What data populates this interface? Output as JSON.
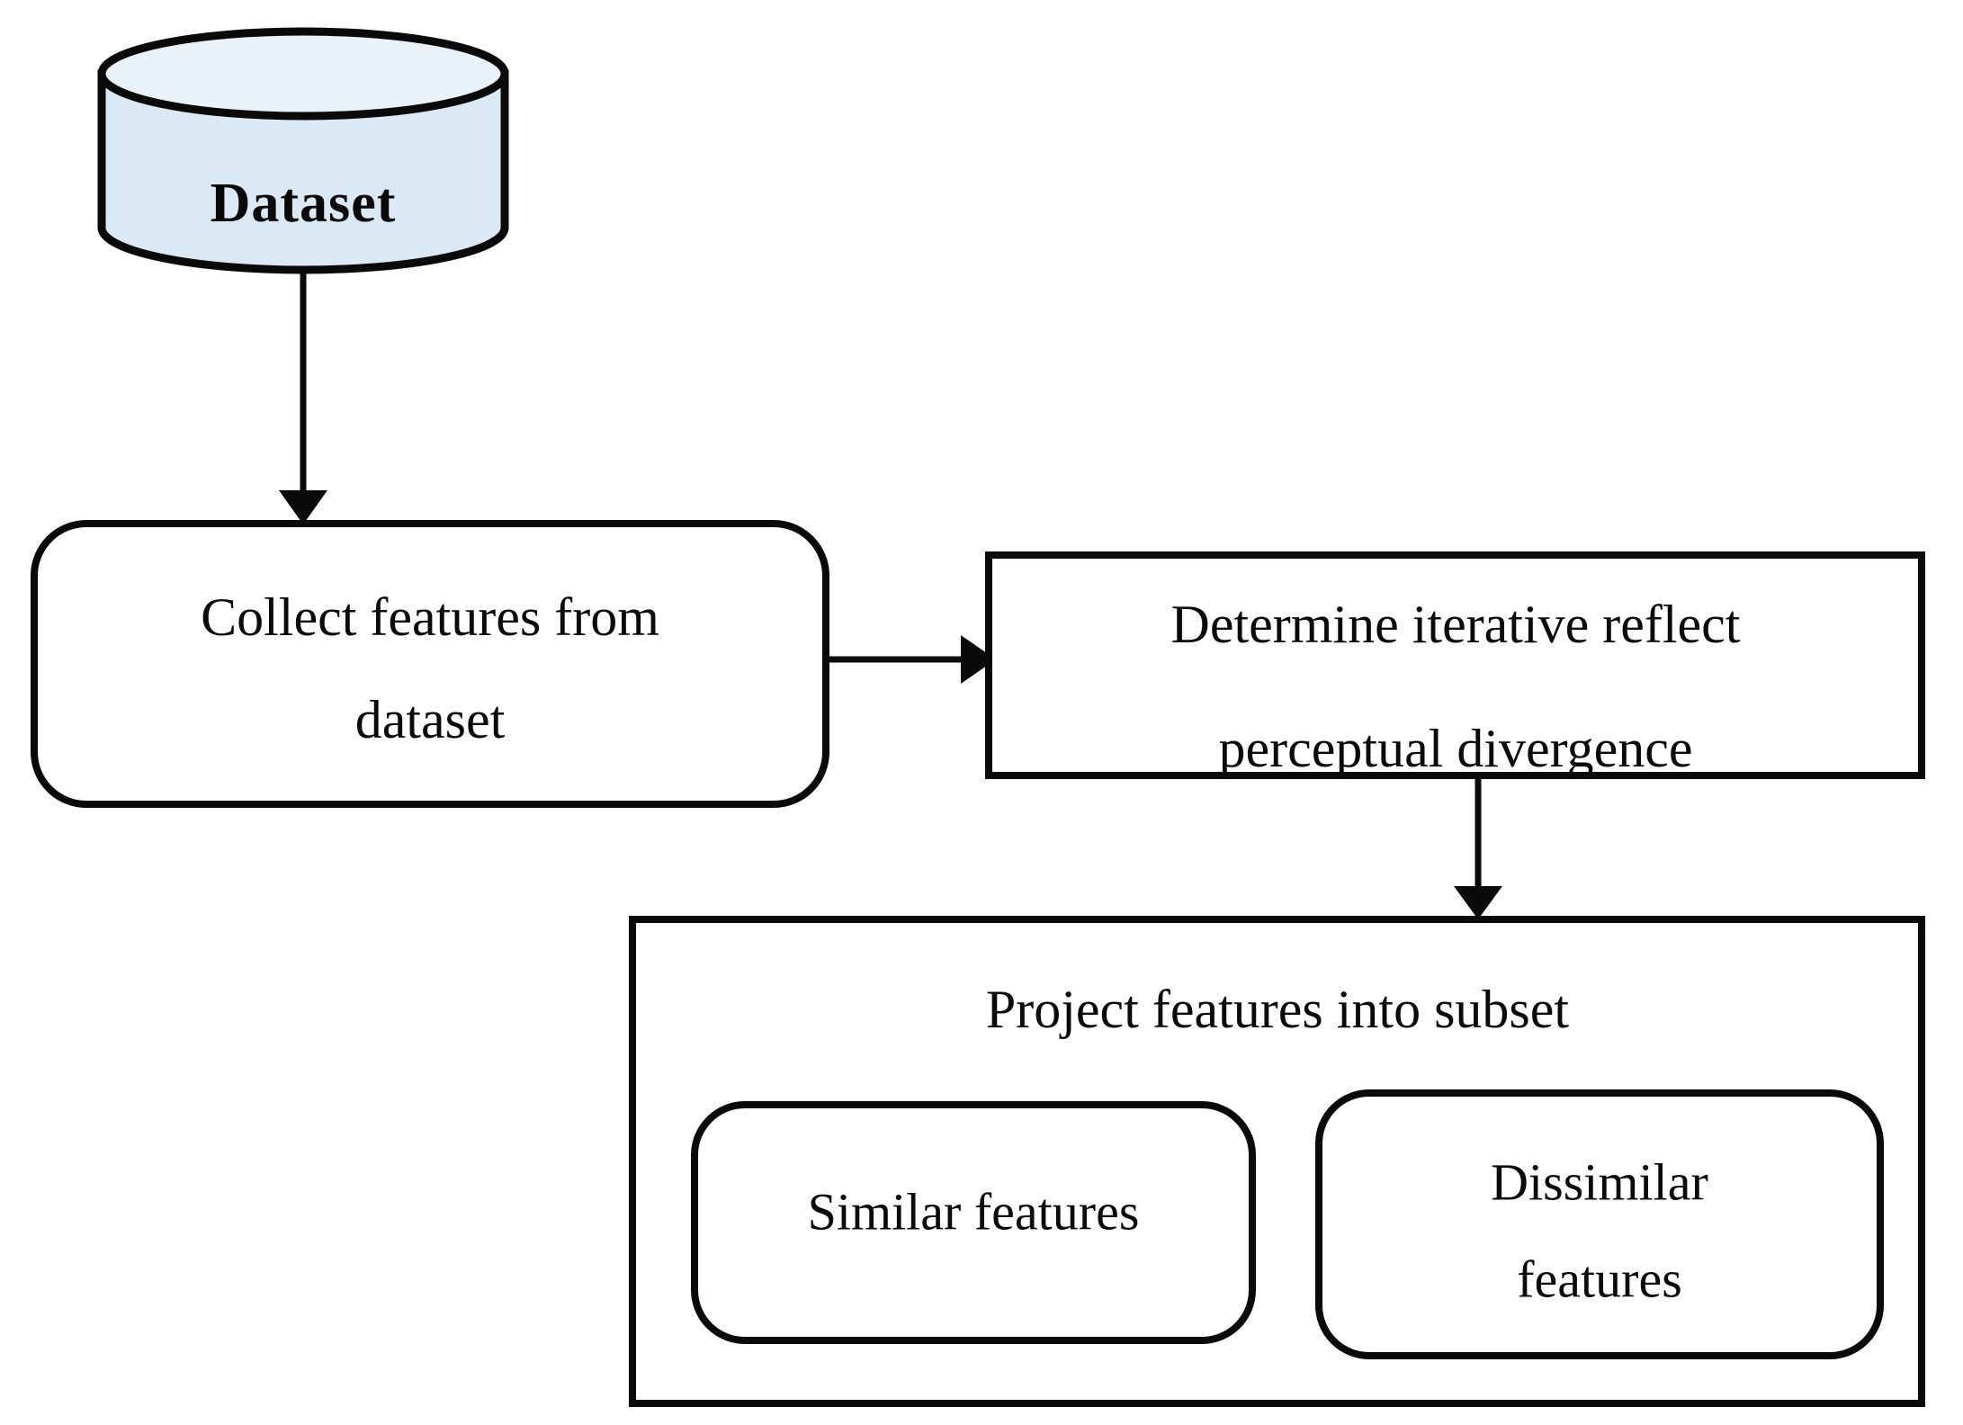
{
  "diagram": {
    "title_text_present": false,
    "background_color": "#ffffff",
    "stroke_color": "#0a0a0a",
    "cylinder_body_color": "#dbe9f5",
    "cylinder_top_color": "#e9f2f9",
    "nodes": {
      "dataset": {
        "label": "Dataset",
        "shape": "cylinder"
      },
      "collect_features": {
        "label_line1": "Collect features from",
        "label_line2": "dataset",
        "shape": "rounded-rectangle"
      },
      "determine_divergence": {
        "label_line1": "Determine iterative reflect",
        "label_line2": "perceptual divergence",
        "shape": "rectangle"
      },
      "project_features": {
        "label": "Project features into subset",
        "shape": "rectangle"
      },
      "similar_features": {
        "label": "Similar features",
        "shape": "rounded-rectangle"
      },
      "dissimilar_features": {
        "label_line1": "Dissimilar",
        "label_line2": "features",
        "shape": "rounded-rectangle"
      }
    },
    "edges": [
      {
        "name": "dataset-to-collect",
        "direction": "down"
      },
      {
        "name": "collect-to-determine",
        "direction": "right"
      },
      {
        "name": "determine-to-project",
        "direction": "down"
      }
    ]
  }
}
